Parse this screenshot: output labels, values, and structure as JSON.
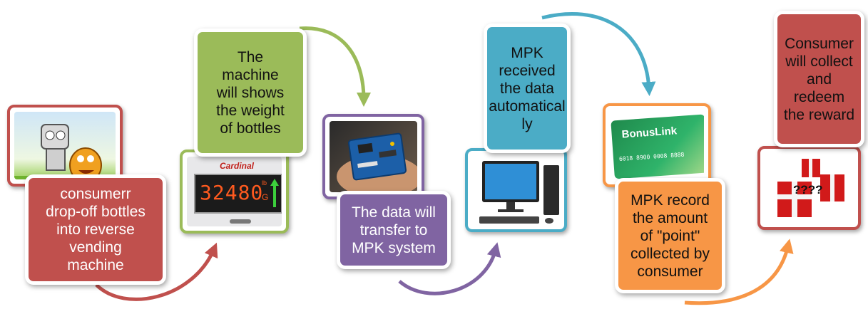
{
  "steps": [
    {
      "text": "consumerr\ndrop-off bottles\ninto reverse\nvending\nmachine",
      "color": "#c0504d",
      "image": "cartoon-bottle-characters"
    },
    {
      "text": "The\nmachine\nwill shows\nthe weight\nof bottles",
      "color": "#9bbb59",
      "image": "digital-scale-display"
    },
    {
      "text": "The data will\ntransfer to\nMPK system",
      "color": "#8064a2",
      "image": "circuit-board-in-hand"
    },
    {
      "text": "MPK\nreceived\nthe data\nautomatical\nly",
      "color": "#4bacc6",
      "image": "desktop-computer"
    },
    {
      "text": "MPK record\nthe  amount\nof \"point\"\ncollected by\nconsumer",
      "color": "#f79646",
      "image": "loyalty-card"
    },
    {
      "text": "Consumer\nwill collect\nand\nredeem\nthe reward",
      "color": "#c0504d",
      "image": "gift-boxes"
    }
  ],
  "images": {
    "scale_brand": "Cardinal",
    "scale_reading": "32480",
    "scale_unit_top": "lb",
    "scale_unit_bottom": "G",
    "card_brand": "BonusLink",
    "card_number": "6018 8900 0008 8888",
    "gift_text": "????"
  }
}
